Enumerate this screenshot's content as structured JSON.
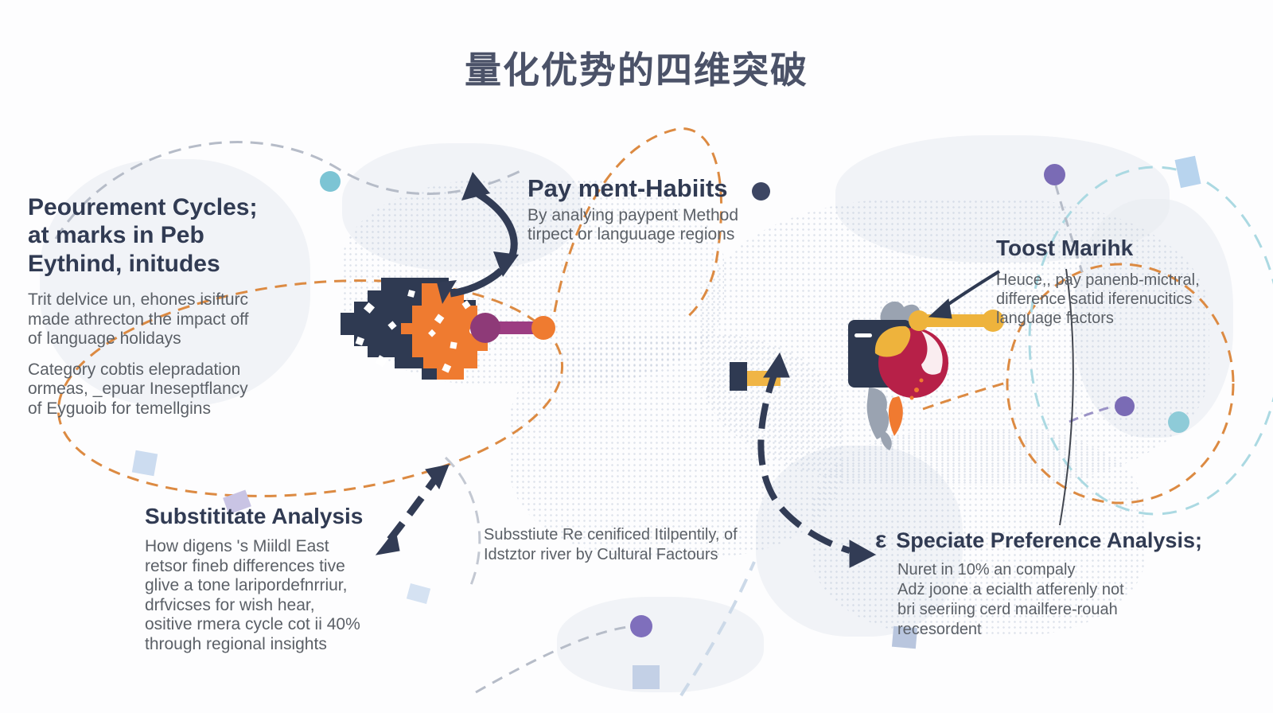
{
  "title": "量化优势的四维突破",
  "sections": {
    "procurement": {
      "heading": "Peourement Cycles;\nat marks in Peb\nEythind, initudes",
      "para1": "Trit delvice un, ehones isifturc\nmade athrecton the impact off\nof language holidays",
      "para2": "Category cobtis elepradation\normeas, _epuar Ineseptflancy\nof Eyguoib for temellgins"
    },
    "payment": {
      "heading": "Pay ment-Habiits",
      "body": "By analying paypent Method\ntirpect or languuage regions"
    },
    "toost": {
      "heading": "Toost Marihk",
      "body": "Heuce,, pay panenb-mictıral,\ndifference satid iferenucitics\nlanguage factors"
    },
    "substitute": {
      "heading": "Substititate Analysis",
      "body": "How digens 's Miildl East\nretsor fineb differences tive\nglive a tone laripordefnrriur,\ndrfvicses for wish hear,\nositive rmera cycle cot ii 40%\nthrough regional insights"
    },
    "center_note": {
      "body": "Subsstiute Re cenificed Itilpentily, of\nIdstztor river by Cultural Factours"
    },
    "speciate": {
      "prefix": "ε",
      "heading": "Speciate Preference Analysis;",
      "body": "Nuret in 10% an compaly\nAdż joone a ecialth atferenly not\nbri seeriing cerd mailfere-rouah\nrecesordent"
    }
  },
  "colors": {
    "title_text": "#4b5268",
    "heading_text": "#313b53",
    "body_text": "#5b6067",
    "navy": "#2f3a52",
    "orange": "#ef7b30",
    "magenta": "#993b80",
    "crimson": "#b72048",
    "yellow": "#eeb33c",
    "teal_dot": "#7cc4d4",
    "purple_dot": "#7a6bb5",
    "dashed_orange": "#dc8a42",
    "dashed_gray": "#b6bcc8",
    "dashed_teal": "#abd9e2"
  }
}
